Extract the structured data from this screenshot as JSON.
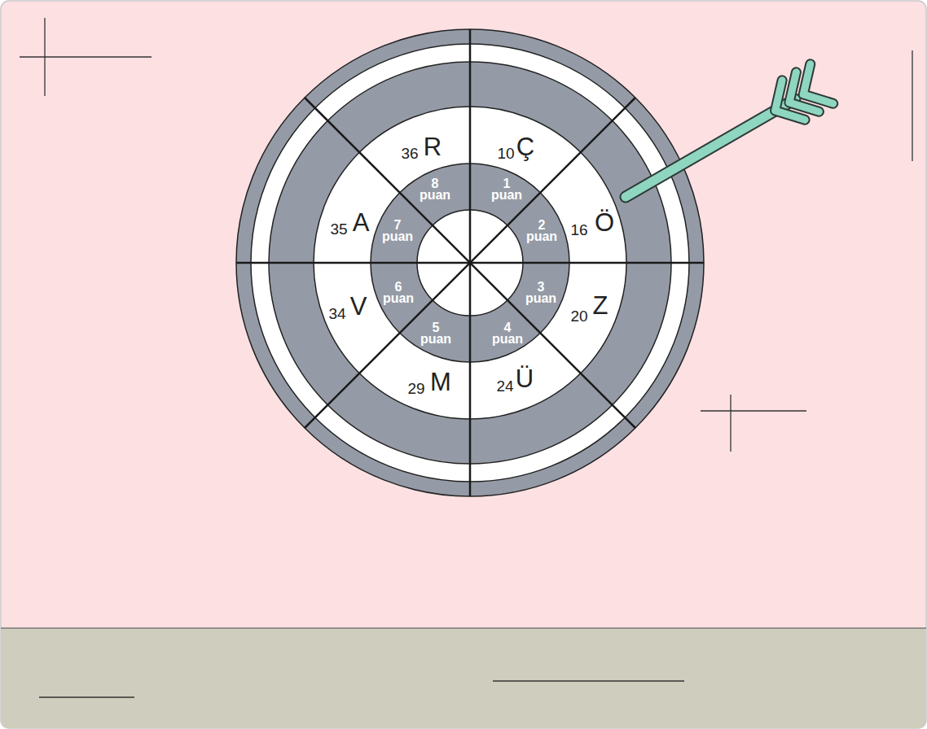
{
  "diagram": {
    "labels": [
      "36",
      "R",
      "10",
      "Ç",
      "35",
      "A",
      "16",
      "Ö",
      "34",
      "V",
      "20",
      "Z",
      "29",
      "M",
      "24",
      "Ü",
      "8 puan",
      "1 puan",
      "7 puan",
      "2 puan",
      "6 puan",
      "3 puan",
      "5 puan",
      "4 puan"
    ]
  }
}
